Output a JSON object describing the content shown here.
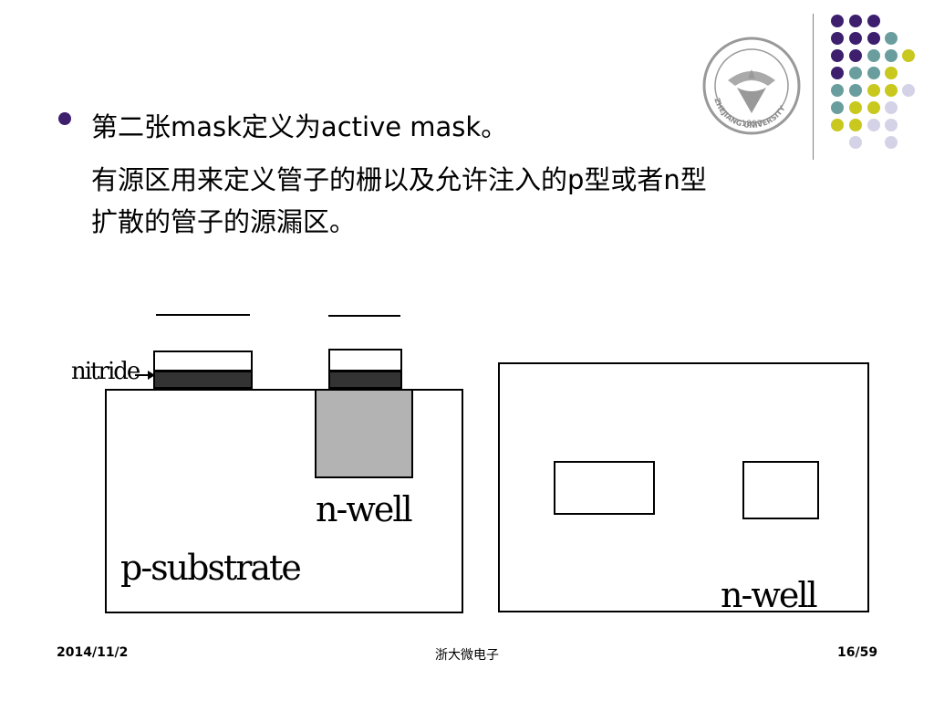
{
  "slide": {
    "bullet_line1": "第二张mask定义为active mask。",
    "body_line2": "有源区用来定义管子的栅以及允许注入的p型或者n型",
    "body_line3": "扩散的管子的源漏区。"
  },
  "diagram_left": {
    "nitride_label": "nitride",
    "nwell_label": "n-well",
    "substrate_label": "p-substrate"
  },
  "diagram_right": {
    "nwell_label": "n-well"
  },
  "logo": {
    "year": "1897",
    "university": "ZHEJIANG UNIVERSITY"
  },
  "footer": {
    "date": "2014/11/2",
    "center": "浙大微电子",
    "page": "16/59"
  },
  "colors": {
    "purple": "#3d1f6e",
    "teal": "#6a9e9e",
    "lime": "#c8c81e",
    "lavender": "#d4d2e6",
    "nwell_fill": "#b3b3b3"
  }
}
